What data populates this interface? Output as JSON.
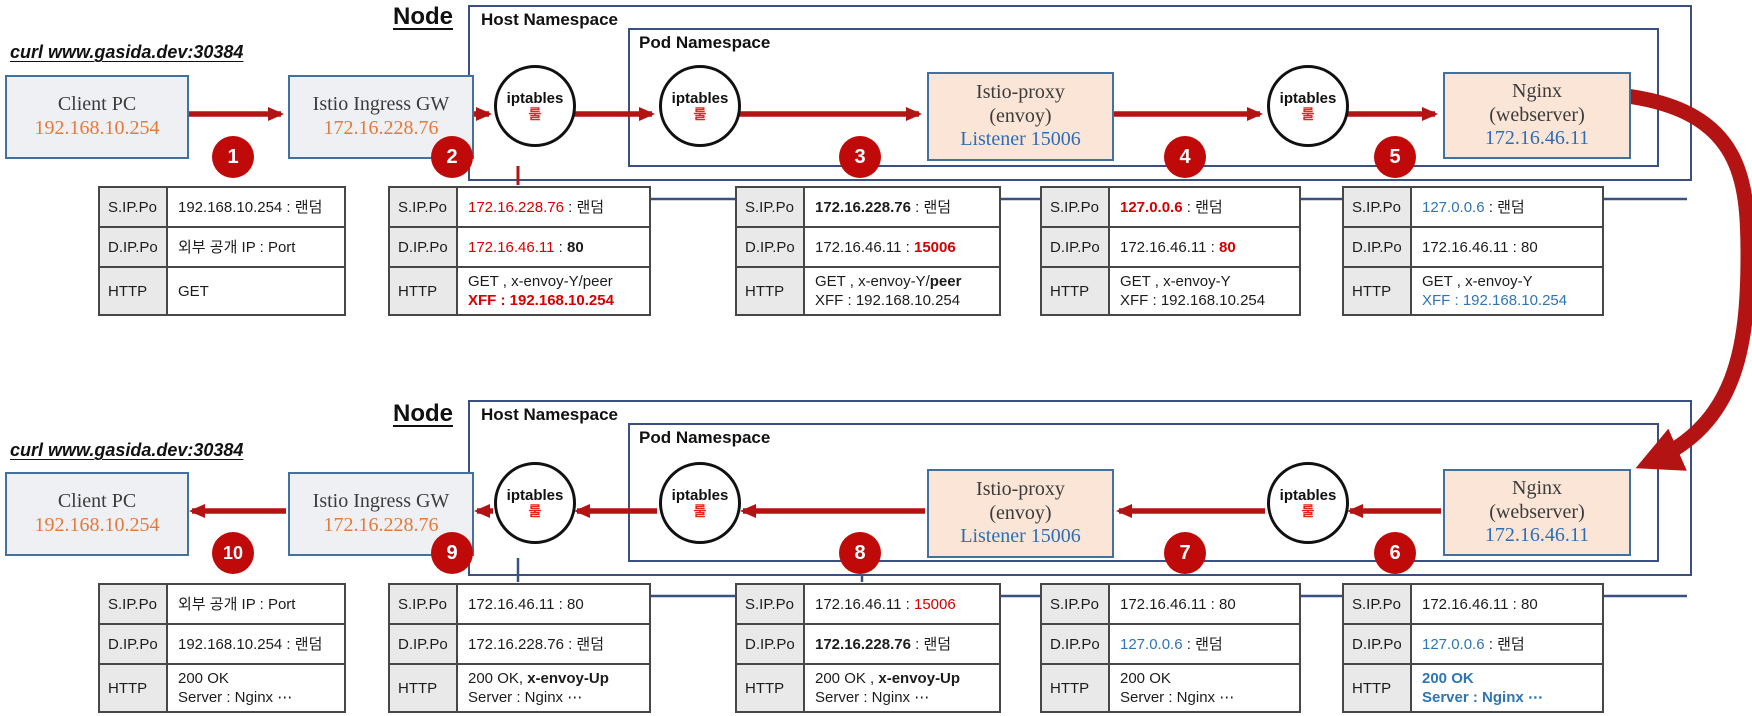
{
  "colors": {
    "arrow_red": "#b31312",
    "badge_red": "#c00a0a",
    "ip_orange": "#e5793a",
    "ip_blue": "#2e6db4",
    "text_red": "#d60000",
    "text_blue": "#2e75b6",
    "box_border": "#41719c",
    "ns_border": "#3a5080",
    "box_gray": "#eef0f3",
    "box_peach": "#fbe5d6"
  },
  "shared": {
    "curl": "curl www.gasida.dev:30384",
    "node": "Node",
    "host_ns": "Host Namespace",
    "pod_ns": "Pod Namespace",
    "iptables": "iptables",
    "iptables_sub": "룰",
    "row_keys": [
      "S.IP.Po",
      "D.IP.Po",
      "HTTP"
    ],
    "client": {
      "name": "Client PC",
      "ip": "192.168.10.254"
    },
    "gateway": {
      "name": "Istio Ingress GW",
      "ip": "172.16.228.76"
    },
    "proxy": {
      "name": "Istio-proxy",
      "sub": "(envoy)",
      "listener": "Listener 15006"
    },
    "nginx": {
      "name": "Nginx",
      "sub": "(webserver)",
      "ip": "172.16.46.11"
    }
  },
  "top": {
    "steps": [
      "1",
      "2",
      "3",
      "4",
      "5"
    ],
    "tables": [
      {
        "rows": [
          {
            "v": [
              {
                "t": "192.168.10.254 : 랜덤"
              }
            ]
          },
          {
            "v": [
              {
                "t": "외부 공개 IP : Port"
              }
            ]
          },
          {
            "v": [
              {
                "t": "GET"
              }
            ]
          }
        ]
      },
      {
        "rows": [
          {
            "v": [
              {
                "t": "172.16.228.76"
              },
              {
                "t": " : 랜덤"
              }
            ]
          },
          {
            "v": [
              {
                "t": "172.16.46.11"
              },
              {
                "t": " : "
              },
              {
                "t": "80"
              }
            ]
          },
          {
            "v": [
              {
                "t": "GET , x-envoy-Y/peer"
              }
            ],
            "v2": [
              {
                "t": "XFF : 192.168.10.254"
              }
            ]
          }
        ]
      },
      {
        "rows": [
          {
            "v": [
              {
                "t": "172.16.228.76"
              },
              {
                "t": " : 랜덤"
              }
            ]
          },
          {
            "v": [
              {
                "t": "172.16.46.11 : "
              },
              {
                "t": "15006"
              }
            ]
          },
          {
            "v": [
              {
                "t": "GET , x-envoy-Y/"
              },
              {
                "t": "peer"
              }
            ],
            "v2": [
              {
                "t": "XFF : 192.168.10.254"
              }
            ]
          }
        ]
      },
      {
        "rows": [
          {
            "v": [
              {
                "t": "127.0.0.6"
              },
              {
                "t": " : 랜덤"
              }
            ]
          },
          {
            "v": [
              {
                "t": "172.16.46.11 : "
              },
              {
                "t": "80"
              }
            ]
          },
          {
            "v": [
              {
                "t": "GET , x-envoy-Y"
              }
            ],
            "v2": [
              {
                "t": "XFF : 192.168.10.254"
              }
            ]
          }
        ]
      },
      {
        "rows": [
          {
            "v": [
              {
                "t": "127.0.0.6"
              },
              {
                "t": " : 랜덤"
              }
            ]
          },
          {
            "v": [
              {
                "t": "172.16.46.11 : 80"
              }
            ]
          },
          {
            "v": [
              {
                "t": "GET , x-envoy-Y"
              }
            ],
            "v2": [
              {
                "t": "XFF : 192.168.10.254"
              }
            ]
          }
        ]
      }
    ]
  },
  "bottom": {
    "steps": [
      "10",
      "9",
      "8",
      "7",
      "6"
    ],
    "tables": [
      {
        "rows": [
          {
            "v": [
              {
                "t": "외부 공개 IP : Port"
              }
            ]
          },
          {
            "v": [
              {
                "t": "192.168.10.254 : 랜덤"
              }
            ]
          },
          {
            "v": [
              {
                "t": "200 OK"
              }
            ],
            "v2": [
              {
                "t": "Server : Nginx ⋯"
              }
            ]
          }
        ]
      },
      {
        "rows": [
          {
            "v": [
              {
                "t": "172.16.46.11 : 80"
              }
            ]
          },
          {
            "v": [
              {
                "t": "172.16.228.76 : 랜덤"
              }
            ]
          },
          {
            "v": [
              {
                "t": "200 OK, "
              },
              {
                "t": "x-envoy-Up"
              }
            ],
            "v2": [
              {
                "t": "Server : Nginx ⋯"
              }
            ]
          }
        ]
      },
      {
        "rows": [
          {
            "v": [
              {
                "t": "172.16.46.11 : "
              },
              {
                "t": "15006"
              }
            ]
          },
          {
            "v": [
              {
                "t": "172.16.228.76"
              },
              {
                "t": " : 랜덤"
              }
            ]
          },
          {
            "v": [
              {
                "t": "200 OK , "
              },
              {
                "t": "x-envoy-Up"
              }
            ],
            "v2": [
              {
                "t": "Server : Nginx ⋯"
              }
            ]
          }
        ]
      },
      {
        "rows": [
          {
            "v": [
              {
                "t": "172.16.46.11 : 80"
              }
            ]
          },
          {
            "v": [
              {
                "t": "127.0.0.6"
              },
              {
                "t": " : 랜덤"
              }
            ]
          },
          {
            "v": [
              {
                "t": "200 OK"
              }
            ],
            "v2": [
              {
                "t": "Server : Nginx ⋯"
              }
            ]
          }
        ]
      },
      {
        "rows": [
          {
            "v": [
              {
                "t": "172.16.46.11 : 80"
              }
            ]
          },
          {
            "v": [
              {
                "t": "127.0.0.6"
              },
              {
                "t": " : 랜덤"
              }
            ]
          },
          {
            "v": [
              {
                "t": "200 OK"
              }
            ],
            "v2": [
              {
                "t": "Server : Nginx ⋯"
              }
            ]
          }
        ]
      }
    ]
  }
}
